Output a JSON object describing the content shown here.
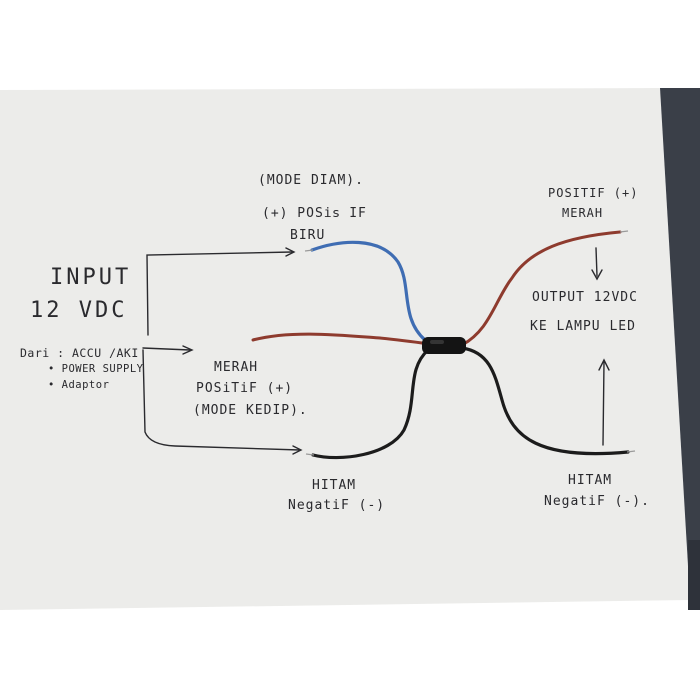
{
  "input": {
    "title": "INPUT",
    "voltage": "12 VDC",
    "source_heading": "Dari : ACCU /AKI",
    "sources": [
      "• POWER SUPPLY",
      "• Adaptor"
    ]
  },
  "wires": {
    "blue": {
      "mode": "(MODE DIAM).",
      "polarity": "(+) POSiꜱ IF",
      "color_name": "BIRU"
    },
    "red_input": {
      "color_name": "MERAH",
      "polarity": "POSiTiF (+)",
      "mode": "(MODE KEDIP)."
    },
    "black_input": {
      "color_name": "HITAM",
      "polarity": "NegatiF (-)"
    },
    "red_output": {
      "polarity": "POSITIF (+)",
      "color_name": "MERAH"
    },
    "black_output": {
      "color_name": "HITAM",
      "polarity": "NegatiF (-)."
    }
  },
  "output": {
    "voltage": "OUTPUT 12VDC",
    "destination": "KE LAMPU LED"
  },
  "colors": {
    "paper": "#efefed",
    "ink": "#2a2a2e",
    "wire_blue": "#3f6db3",
    "wire_red": "#8e3b2e",
    "wire_black": "#1c1c1c",
    "background": "#ffffff"
  }
}
